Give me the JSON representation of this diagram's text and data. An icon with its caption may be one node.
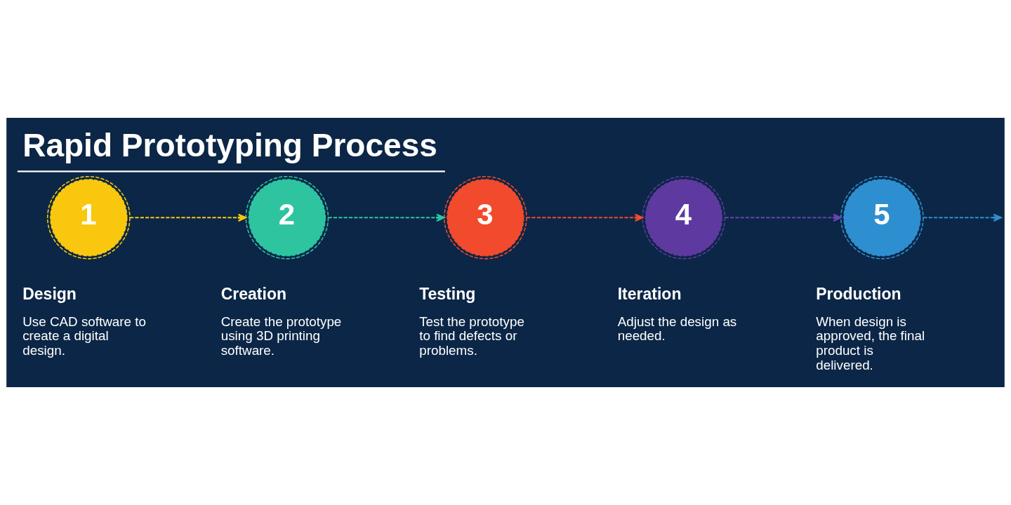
{
  "diagram": {
    "title": "Rapid Prototyping Process",
    "nodes": [
      {
        "text": [
          "1"
        ],
        "beside": [
          "Design",
          "Use CAD software to create a digital design."
        ]
      },
      {
        "text": [
          "2"
        ],
        "beside": [
          "Creation",
          "Create the prototype using 3D printing software."
        ]
      },
      {
        "text": [
          "3"
        ],
        "beside": [
          "Testing",
          "Test the prototype to find defects or problems."
        ]
      },
      {
        "text": [
          "4"
        ],
        "beside": [
          "Iteration",
          "Adjust the design as needed."
        ]
      },
      {
        "text": [
          "5"
        ],
        "beside": [
          "Production",
          "When design is approved, the final product is delivered."
        ]
      }
    ],
    "edges": [
      {
        "from": 0,
        "to": 1,
        "arrow": "to",
        "style": "dashed",
        "color": "#f9c80e"
      },
      {
        "from": 1,
        "to": 2,
        "arrow": "to",
        "style": "dashed",
        "color": "#2ec4a0"
      },
      {
        "from": 2,
        "to": 3,
        "arrow": "to",
        "style": "dashed",
        "color": "#f24a2d"
      },
      {
        "from": 3,
        "to": 4,
        "arrow": "to",
        "style": "dashed",
        "color": "#6a44b0"
      },
      {
        "from": 4,
        "to": null,
        "arrow": "to",
        "style": "dashed",
        "color": "#2e8fd0"
      }
    ]
  }
}
